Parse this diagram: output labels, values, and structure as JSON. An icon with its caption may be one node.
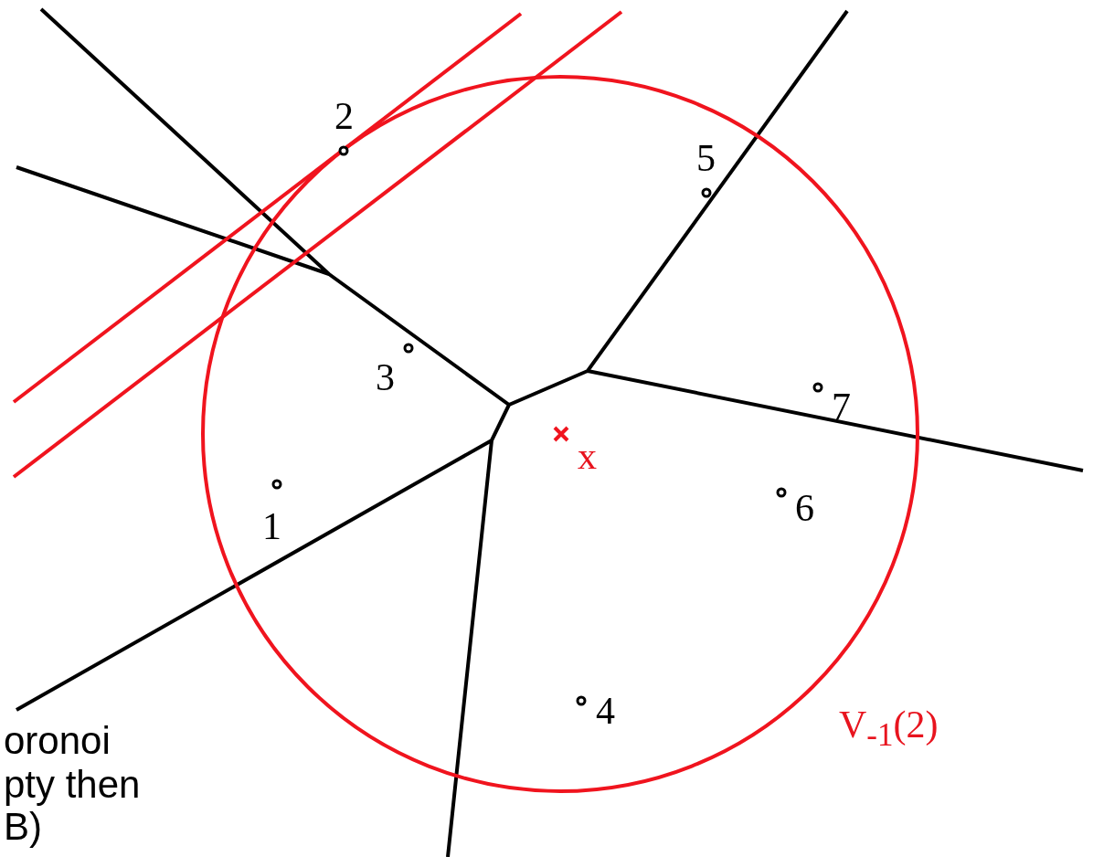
{
  "diagram": {
    "labels": [
      "2",
      "5",
      "3",
      "7",
      "x",
      "6",
      "1",
      "4",
      "V$_{-1}$(2)",
      "oronoi",
      "pty then",
      "B)"
    ]
  }
}
